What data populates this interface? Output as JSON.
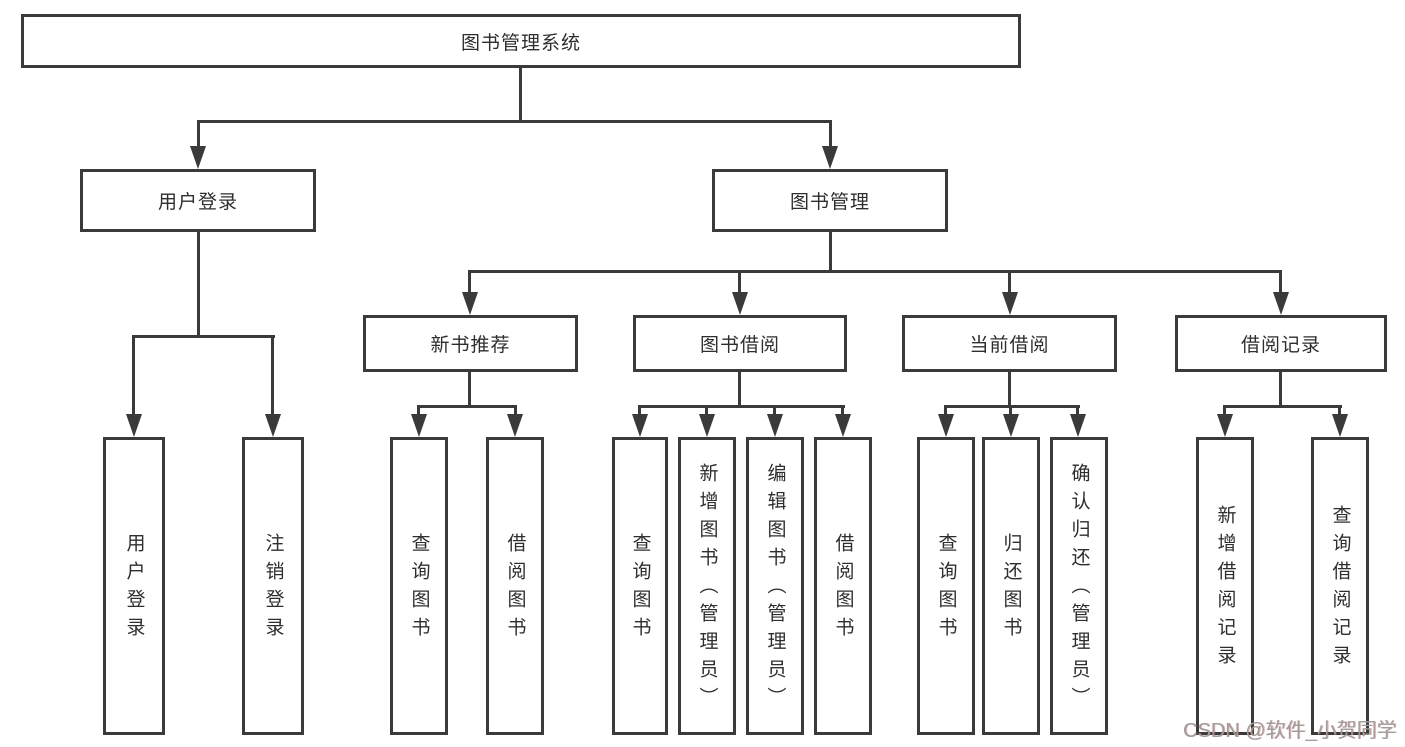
{
  "diagram": {
    "type": "hierarchy-diagram",
    "root": {
      "label": "图书管理系统"
    },
    "branches": [
      {
        "label": "用户登录",
        "leaves": [
          {
            "label": "用户登录"
          },
          {
            "label": "注销登录"
          }
        ]
      },
      {
        "label": "图书管理",
        "groups": [
          {
            "label": "新书推荐",
            "leaves": [
              {
                "label": "查询图书"
              },
              {
                "label": "借阅图书"
              }
            ]
          },
          {
            "label": "图书借阅",
            "leaves": [
              {
                "label": "查询图书"
              },
              {
                "label": "新增图书（管理员）"
              },
              {
                "label": "编辑图书（管理员）"
              },
              {
                "label": "借阅图书"
              }
            ]
          },
          {
            "label": "当前借阅",
            "leaves": [
              {
                "label": "查询图书"
              },
              {
                "label": "归还图书"
              },
              {
                "label": "确认归还（管理员）"
              }
            ]
          },
          {
            "label": "借阅记录",
            "leaves": [
              {
                "label": "新增借阅记录"
              },
              {
                "label": "查询借阅记录"
              }
            ]
          }
        ]
      }
    ]
  },
  "watermark": {
    "text": "CSDN @软件_小贺同学"
  },
  "colors": {
    "line": "#3a3a3a",
    "text": "#2e2e2e",
    "background": "#ffffff",
    "watermark": "#9e9e9e",
    "watermark_accent": "#c55448"
  }
}
